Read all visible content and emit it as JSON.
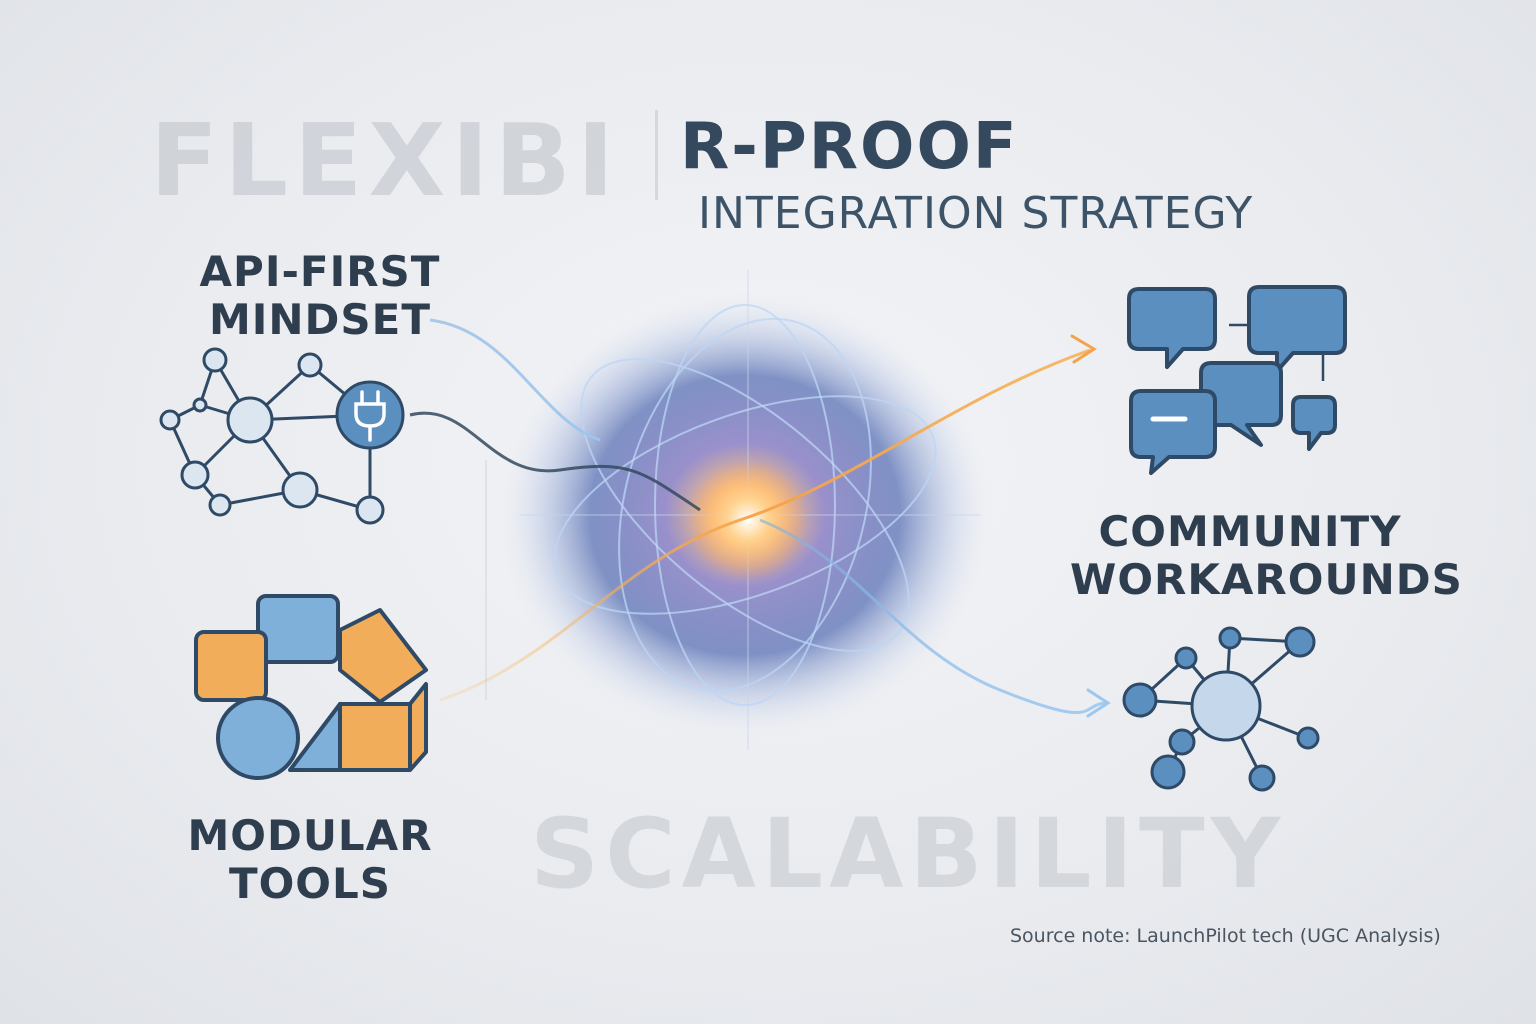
{
  "watermark": {
    "flexibility": "FLEXIBI",
    "scalability": "SCALABILITY"
  },
  "title": {
    "line1": "R-PROOF",
    "line2": "INTEGRATION STRATEGY"
  },
  "labels": {
    "api_first": [
      "API-FIRST",
      "MINDSET"
    ],
    "modular": [
      "MODULAR",
      "TOOLS"
    ],
    "community": [
      "COMMUNITY",
      "WORKAROUNDS"
    ]
  },
  "source_note": "Source note: LaunchPilot tech (UGC Analysis)",
  "icons": {
    "network_plug": "network-plug-icon",
    "modular_blocks": "modular-blocks-icon",
    "chat_bubbles": "chat-bubbles-icon",
    "hub_network": "hub-network-icon",
    "core": "atom-core-icon"
  },
  "colors": {
    "navy": "#2f4a66",
    "blue": "#5b8fbf",
    "blue_light": "#8fb6da",
    "orange": "#f0a850",
    "core_glow": "#ffd08a",
    "core_halo": "#5b6fb8"
  }
}
